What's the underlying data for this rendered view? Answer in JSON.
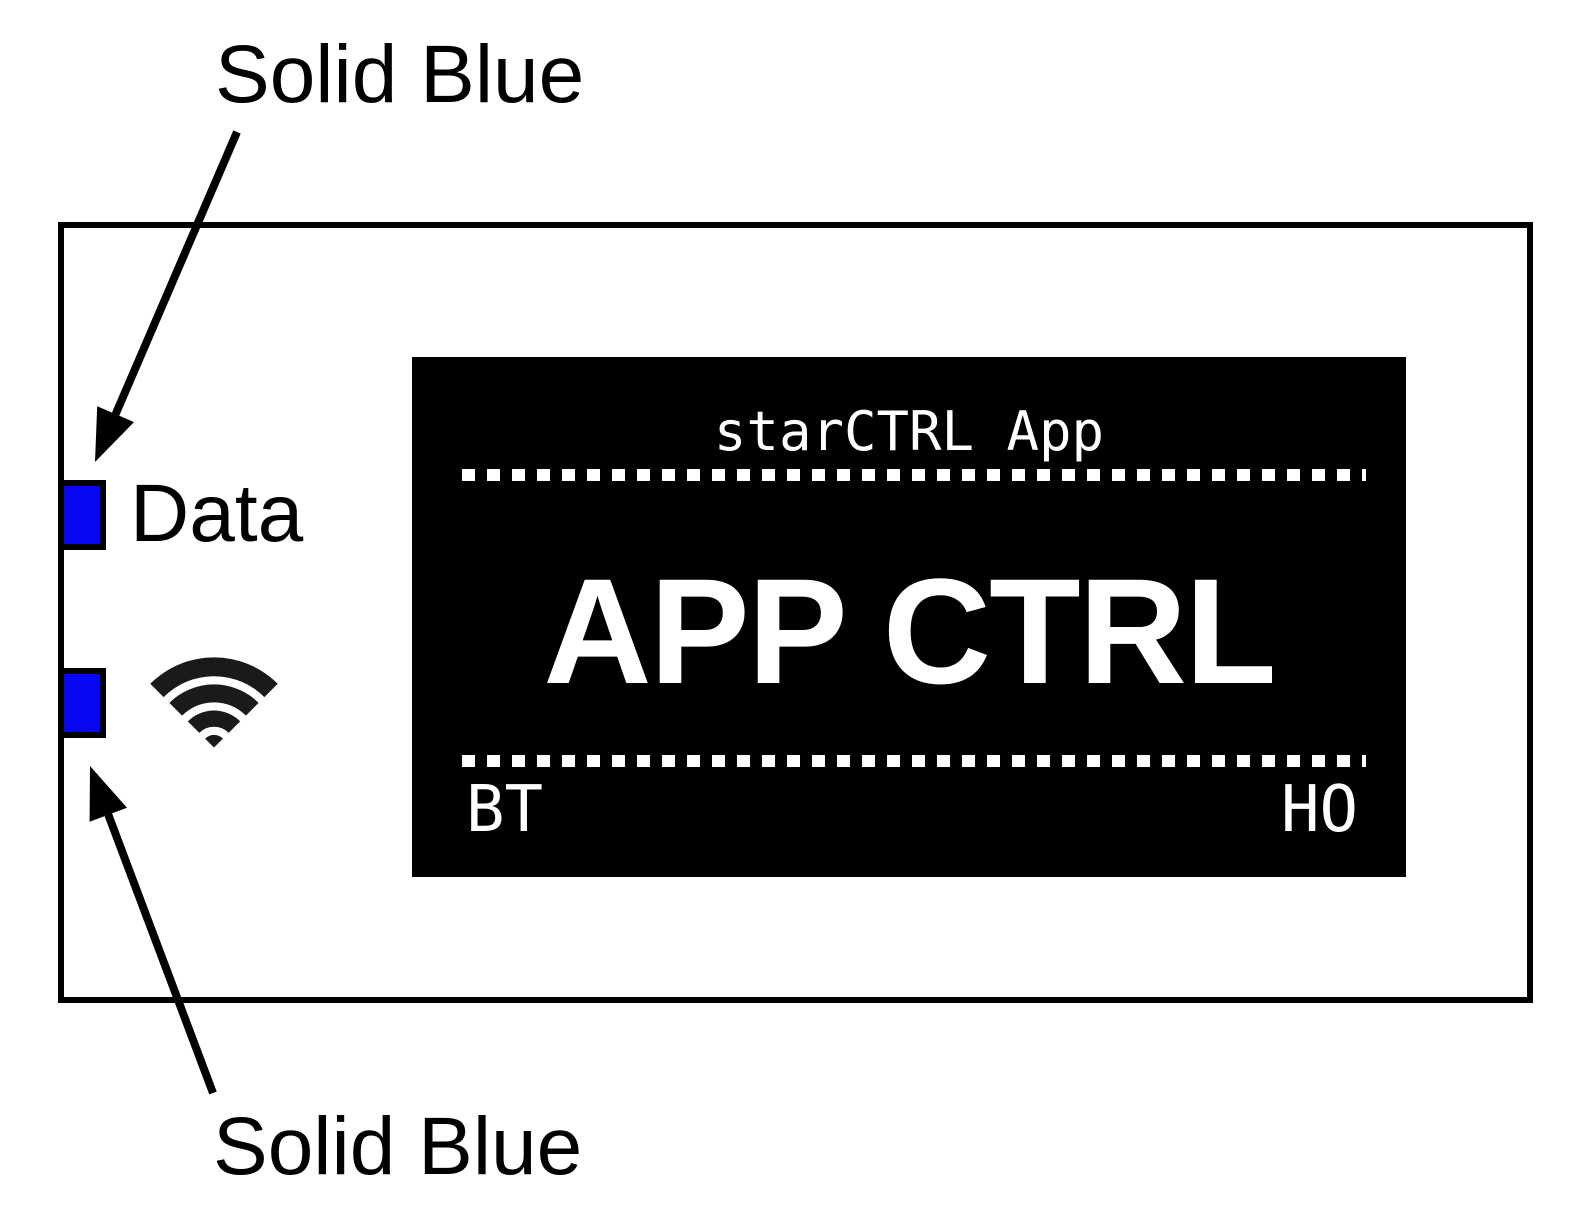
{
  "page": {
    "background": "#FFFFFF"
  },
  "callouts": {
    "top": "Solid Blue",
    "bottom": "Solid Blue"
  },
  "device": {
    "outline_color": "#000000",
    "leds": [
      {
        "id": "data-led",
        "label": "Data",
        "state": "Solid Blue",
        "color": "#0707F0"
      },
      {
        "id": "wifi-led",
        "state": "Solid Blue",
        "color": "#0707F0"
      }
    ],
    "icons": [
      {
        "name": "wifi-icon"
      }
    ],
    "display": {
      "bg": "#000000",
      "fg": "#FFFFFF",
      "title": "starCTRL App",
      "main_text": "APP CTRL",
      "footer_left": "BT",
      "footer_right": "HO"
    }
  }
}
